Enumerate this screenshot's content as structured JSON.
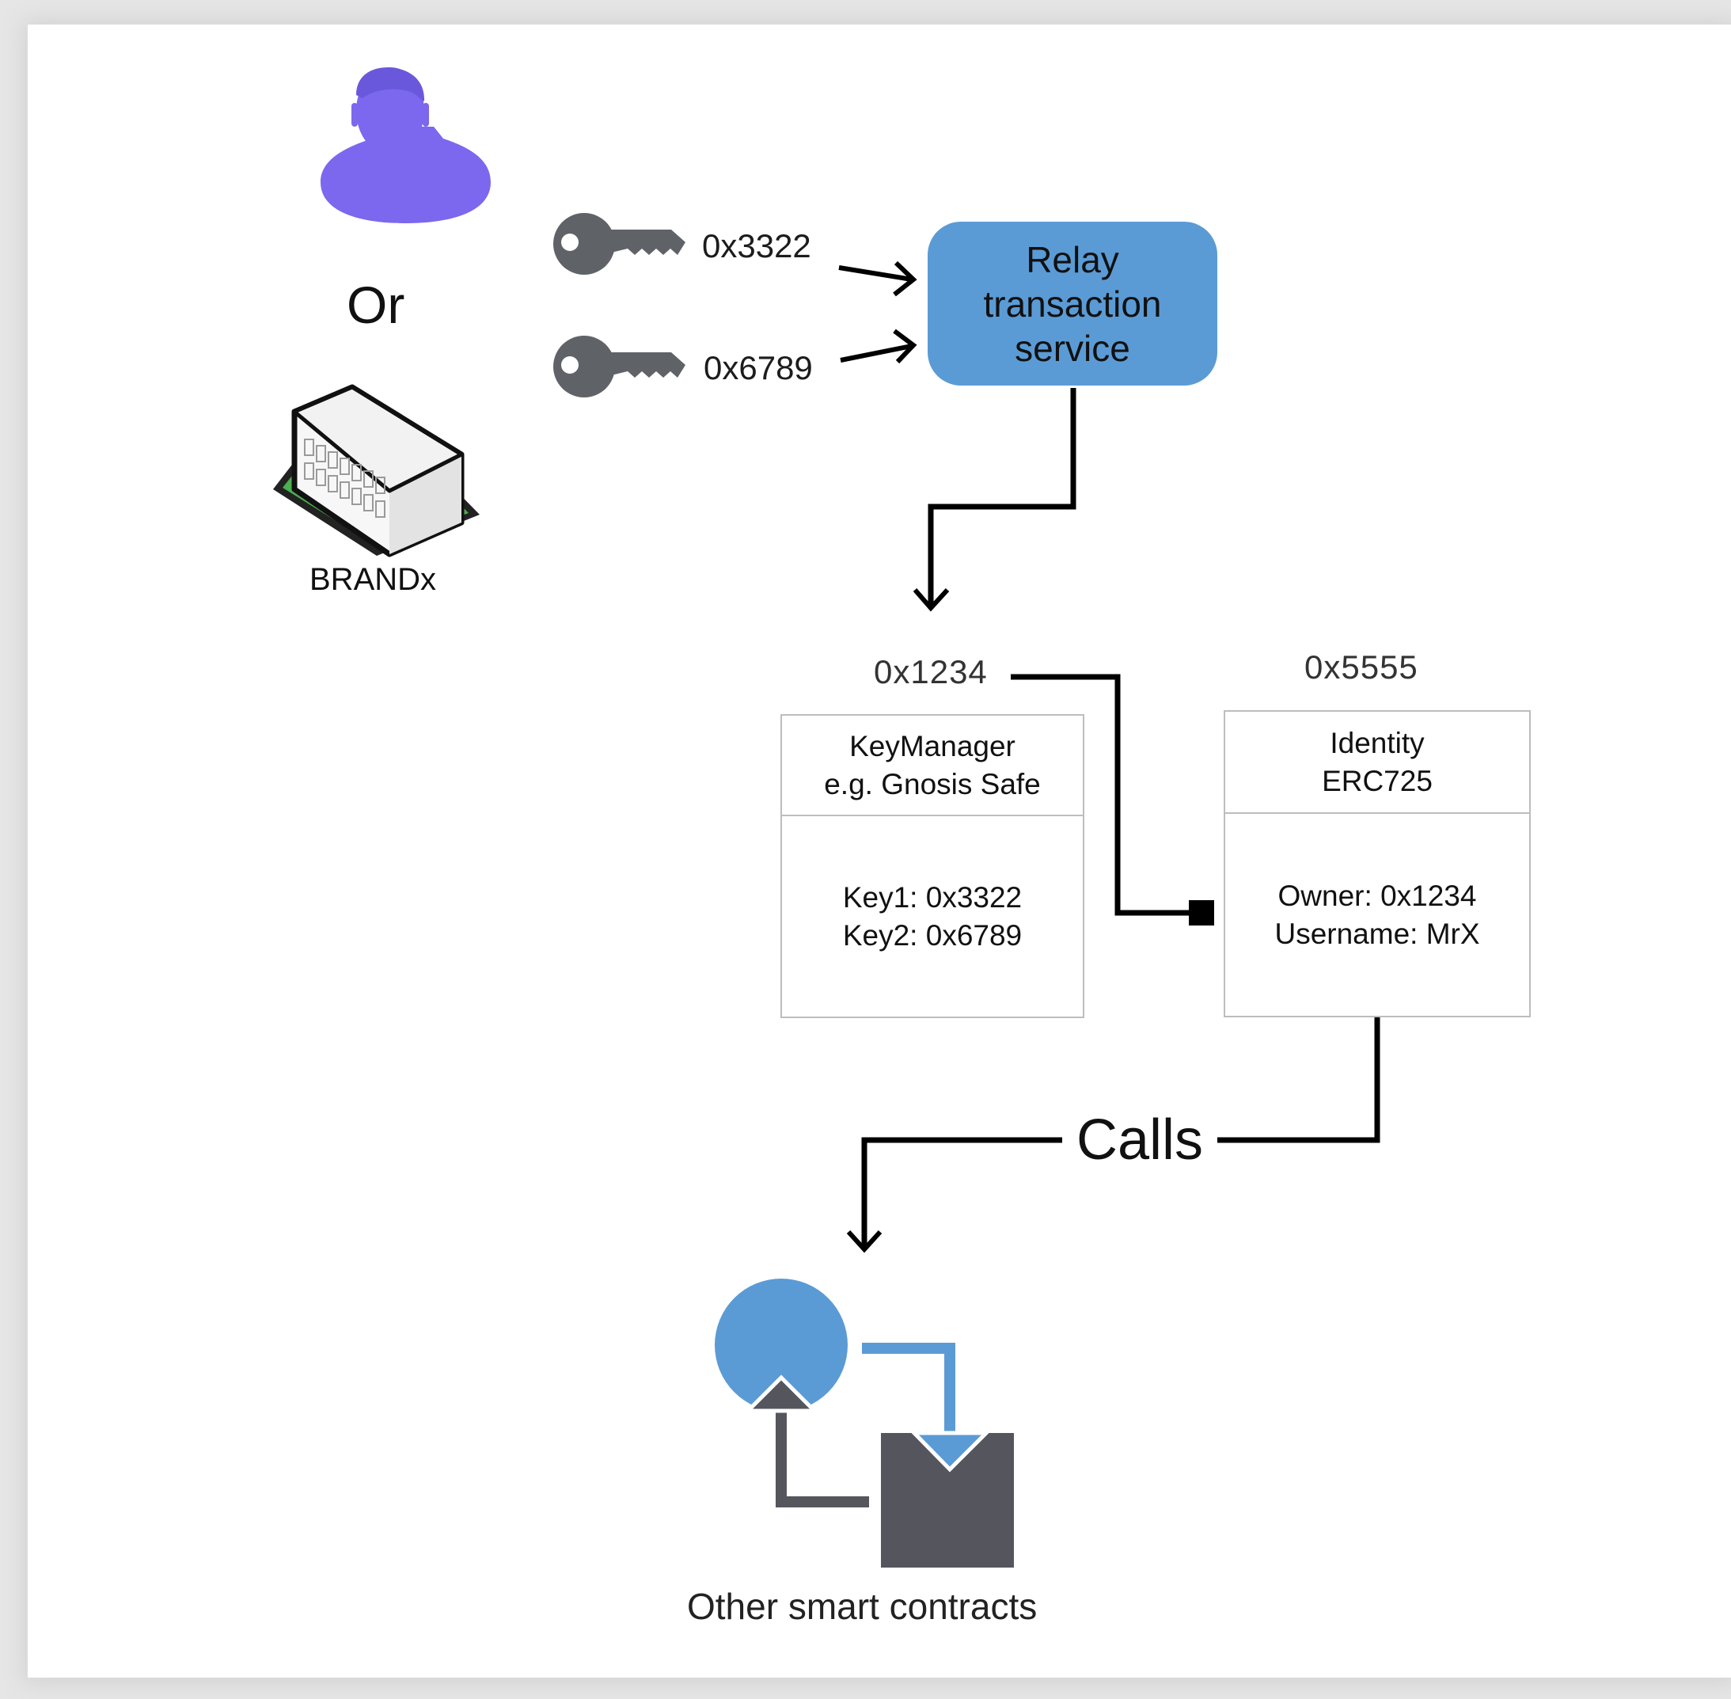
{
  "keys": [
    {
      "address": "0x3322"
    },
    {
      "address": "0x6789"
    }
  ],
  "or_label": "Or",
  "brand_label": "BRANDx",
  "relay": {
    "label": "Relay\ntransaction\nservice"
  },
  "key_manager": {
    "address": "0x1234",
    "title_line1": "KeyManager",
    "title_line2": "e.g. Gnosis Safe",
    "key1": "Key1: 0x3322",
    "key2": "Key2: 0x6789"
  },
  "identity": {
    "address": "0x5555",
    "title_line1": "Identity",
    "title_line2": "ERC725",
    "owner": "Owner: 0x1234",
    "username": "Username: MrX"
  },
  "calls_label": "Calls",
  "other_contracts_label": "Other smart contracts",
  "colors": {
    "user": "#7b68ee",
    "relay": "#5b9bd5",
    "key": "#5f6368",
    "contract_circle": "#5b9bd5",
    "contract_square": "#55555d",
    "building_base": "#4caf50"
  }
}
